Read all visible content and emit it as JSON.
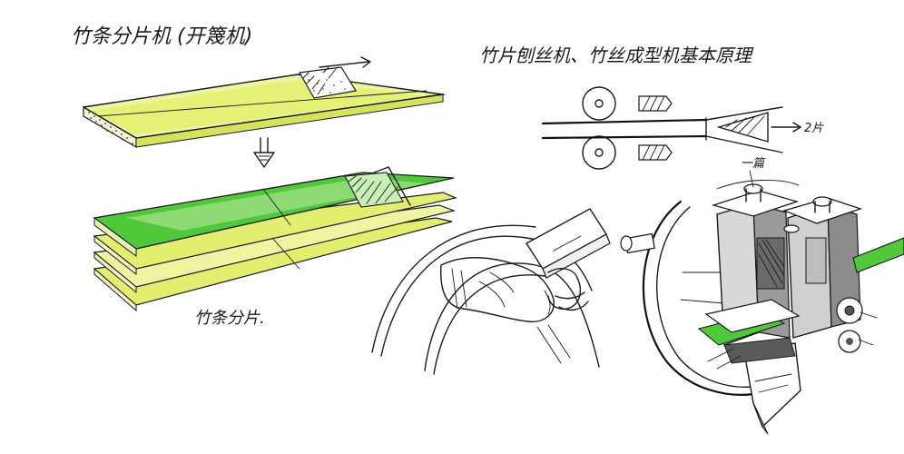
{
  "labels": {
    "title_left": "竹条分片机 (开篾机)",
    "title_right": "竹片刨丝机、竹丝成型机基本原理",
    "strips_caption": "竹条分片.",
    "arrow_label": "2片",
    "knife_label": "一篇"
  },
  "colors": {
    "yellow_green": "#e4ef7a",
    "light_yellow": "#f2f5a8",
    "green": "#4fc93a",
    "light_green": "#a9e38f",
    "ink": "#1a1a1a",
    "grey": "#9a9a9a"
  }
}
